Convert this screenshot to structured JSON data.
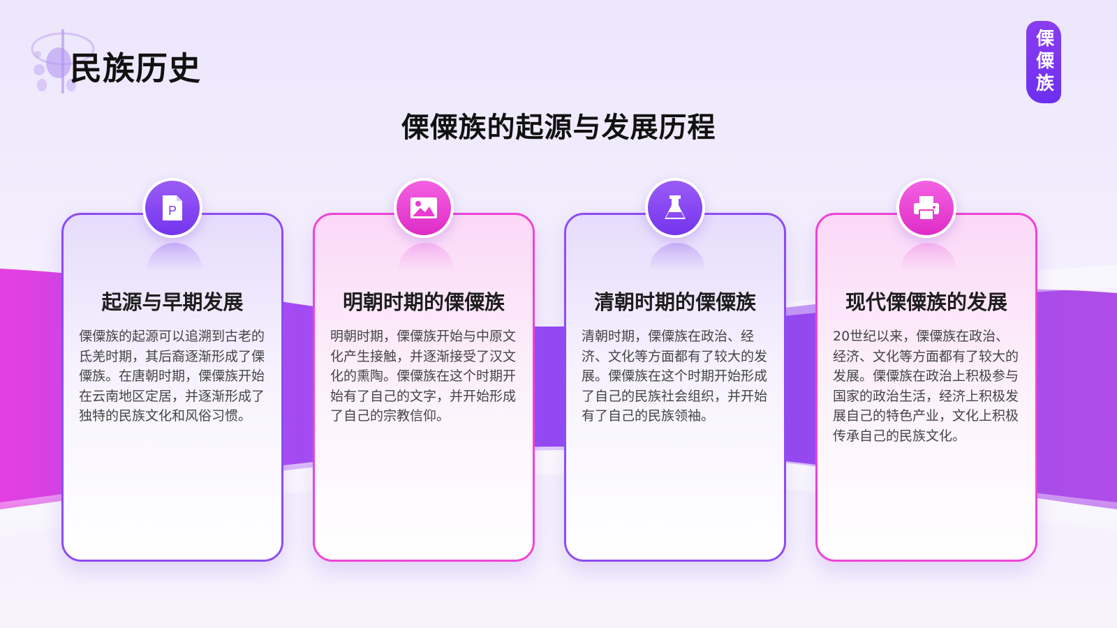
{
  "header": {
    "title": "民族历史",
    "brand_badge": "傈僳族"
  },
  "section": {
    "title": "傈僳族的起源与发展历程"
  },
  "cards": [
    {
      "icon": "document-icon",
      "title": "起源与早期发展",
      "body": "傈僳族的起源可以追溯到古老的氐羌时期，其后裔逐渐形成了傈僳族。在唐朝时期，傈僳族开始在云南地区定居，并逐渐形成了独特的民族文化和风俗习惯。"
    },
    {
      "icon": "image-icon",
      "title": "明朝时期的傈僳族",
      "body": "明朝时期，傈僳族开始与中原文化产生接触，并逐渐接受了汉文化的熏陶。傈僳族在这个时期开始有了自己的文字，并开始形成了自己的宗教信仰。"
    },
    {
      "icon": "flask-icon",
      "title": "清朝时期的傈僳族",
      "body": "清朝时期，傈僳族在政治、经济、文化等方面都有了较大的发展。傈僳族在这个时期开始形成了自己的民族社会组织，并开始有了自己的民族领袖。"
    },
    {
      "icon": "printer-icon",
      "title": "现代傈僳族的发展",
      "body": "20世纪以来，傈僳族在政治、经济、文化等方面都有了较大的发展。傈僳族在政治上积极参与国家的政治生活，经济上积极发展自己的特色产业，文化上积极传承自己的民族文化。"
    }
  ],
  "colors": {
    "purple": "#7c3aed",
    "pink": "#ec40d4"
  }
}
